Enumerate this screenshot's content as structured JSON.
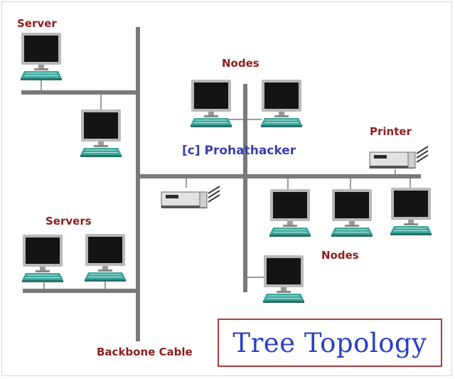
{
  "labels": {
    "server": "Server",
    "nodes_top": "Nodes",
    "printer": "Printer",
    "servers": "Servers",
    "nodes_bottom": "Nodes",
    "backbone": "Backbone Cable"
  },
  "watermark": "[c] Prohathacker",
  "title": "Tree Topology",
  "icons": {
    "computer": "desktop-computer-icon",
    "printer": "printer-icon"
  },
  "colors": {
    "label": "#8b1e1e",
    "watermark": "#3b3fa6",
    "title": "#2b3fc4",
    "title_border": "#b23a3a",
    "cable": "#7a7a7a",
    "monitor_frame": "#b9b9b9",
    "screen": "#141414",
    "keyboard": "#3aa79c"
  }
}
